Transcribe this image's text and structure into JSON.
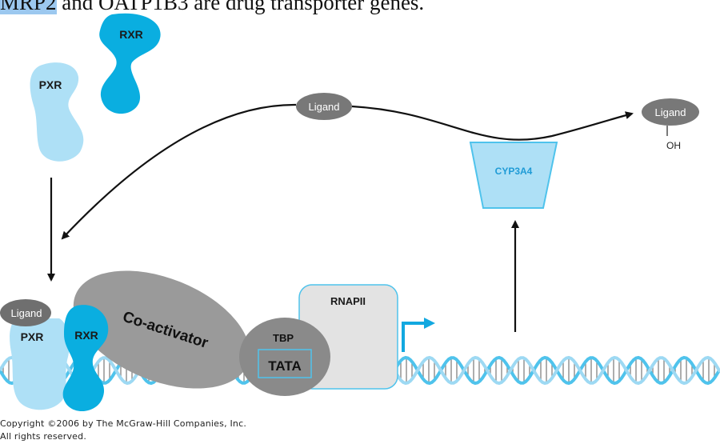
{
  "caption": {
    "highlight": "MRP2",
    "rest": " and OATP1B3 are drug transporter genes."
  },
  "proteins": {
    "rxr_free": "RXR",
    "pxr_free": "PXR",
    "ligand_top": "Ligand",
    "ligand_right": "Ligand",
    "oh": "OH",
    "cyp": "CYP3A4",
    "ligand_bound": "Ligand",
    "pxr_bound": "PXR",
    "rxr_bound": "RXR",
    "coactivator": "Co-activator",
    "tbp": "TBP",
    "tata": "TATA",
    "rnapii": "RNAPII"
  },
  "colors": {
    "light_blue": "#aee0f6",
    "mid_blue": "#4fc3ec",
    "dark_blue": "#0aaee0",
    "gray": "#9a9a9a",
    "dark_gray": "#6f6f6f",
    "ligand_gray": "#787878",
    "arrow_blue": "#12a8e0"
  },
  "copyright": {
    "line1": "Copyright ©2006 by The McGraw-Hill Companies, Inc.",
    "line2": "All rights reserved."
  }
}
